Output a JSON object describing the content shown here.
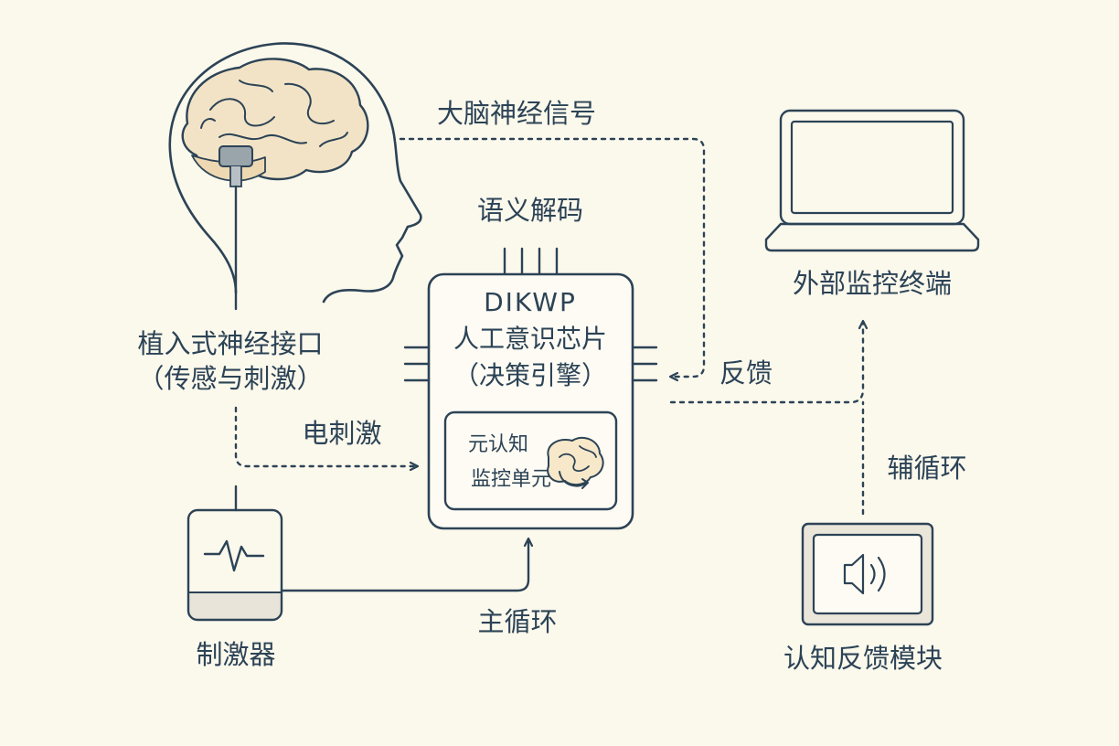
{
  "labels": {
    "brain_signal": "大脑神经信号",
    "semantic_decode": "语义解码",
    "external_terminal": "外部监控终端",
    "implant_line1": "植入式神经接口",
    "implant_line2": "（传感与刺激）",
    "chip_line1": "DIKWP",
    "chip_line2": "人工意识芯片",
    "chip_line3": "（决策引擎）",
    "meta_line1": "元认知",
    "meta_line2": "监控单元",
    "feedback": "反馈",
    "electric_stim": "电刺激",
    "aux_loop": "辅循环",
    "main_loop": "主循环",
    "stimulator": "制激器",
    "cognitive_feedback_module": "认知反馈模块"
  },
  "icons": {
    "head": "head-profile-icon",
    "brain": "brain-icon",
    "implant": "implant-electrode-icon",
    "chip": "chip-icon",
    "laptop": "laptop-icon",
    "stimulator": "pulse-device-icon",
    "speaker": "speaker-icon",
    "meta_brain": "brain-loop-icon"
  },
  "colors": {
    "background": "#fbf8ec",
    "line": "#2c4356",
    "brain_fill": "#f2e3c6",
    "panel_fill": "#fdfbf3",
    "device_bottom": "#e8e4da"
  }
}
